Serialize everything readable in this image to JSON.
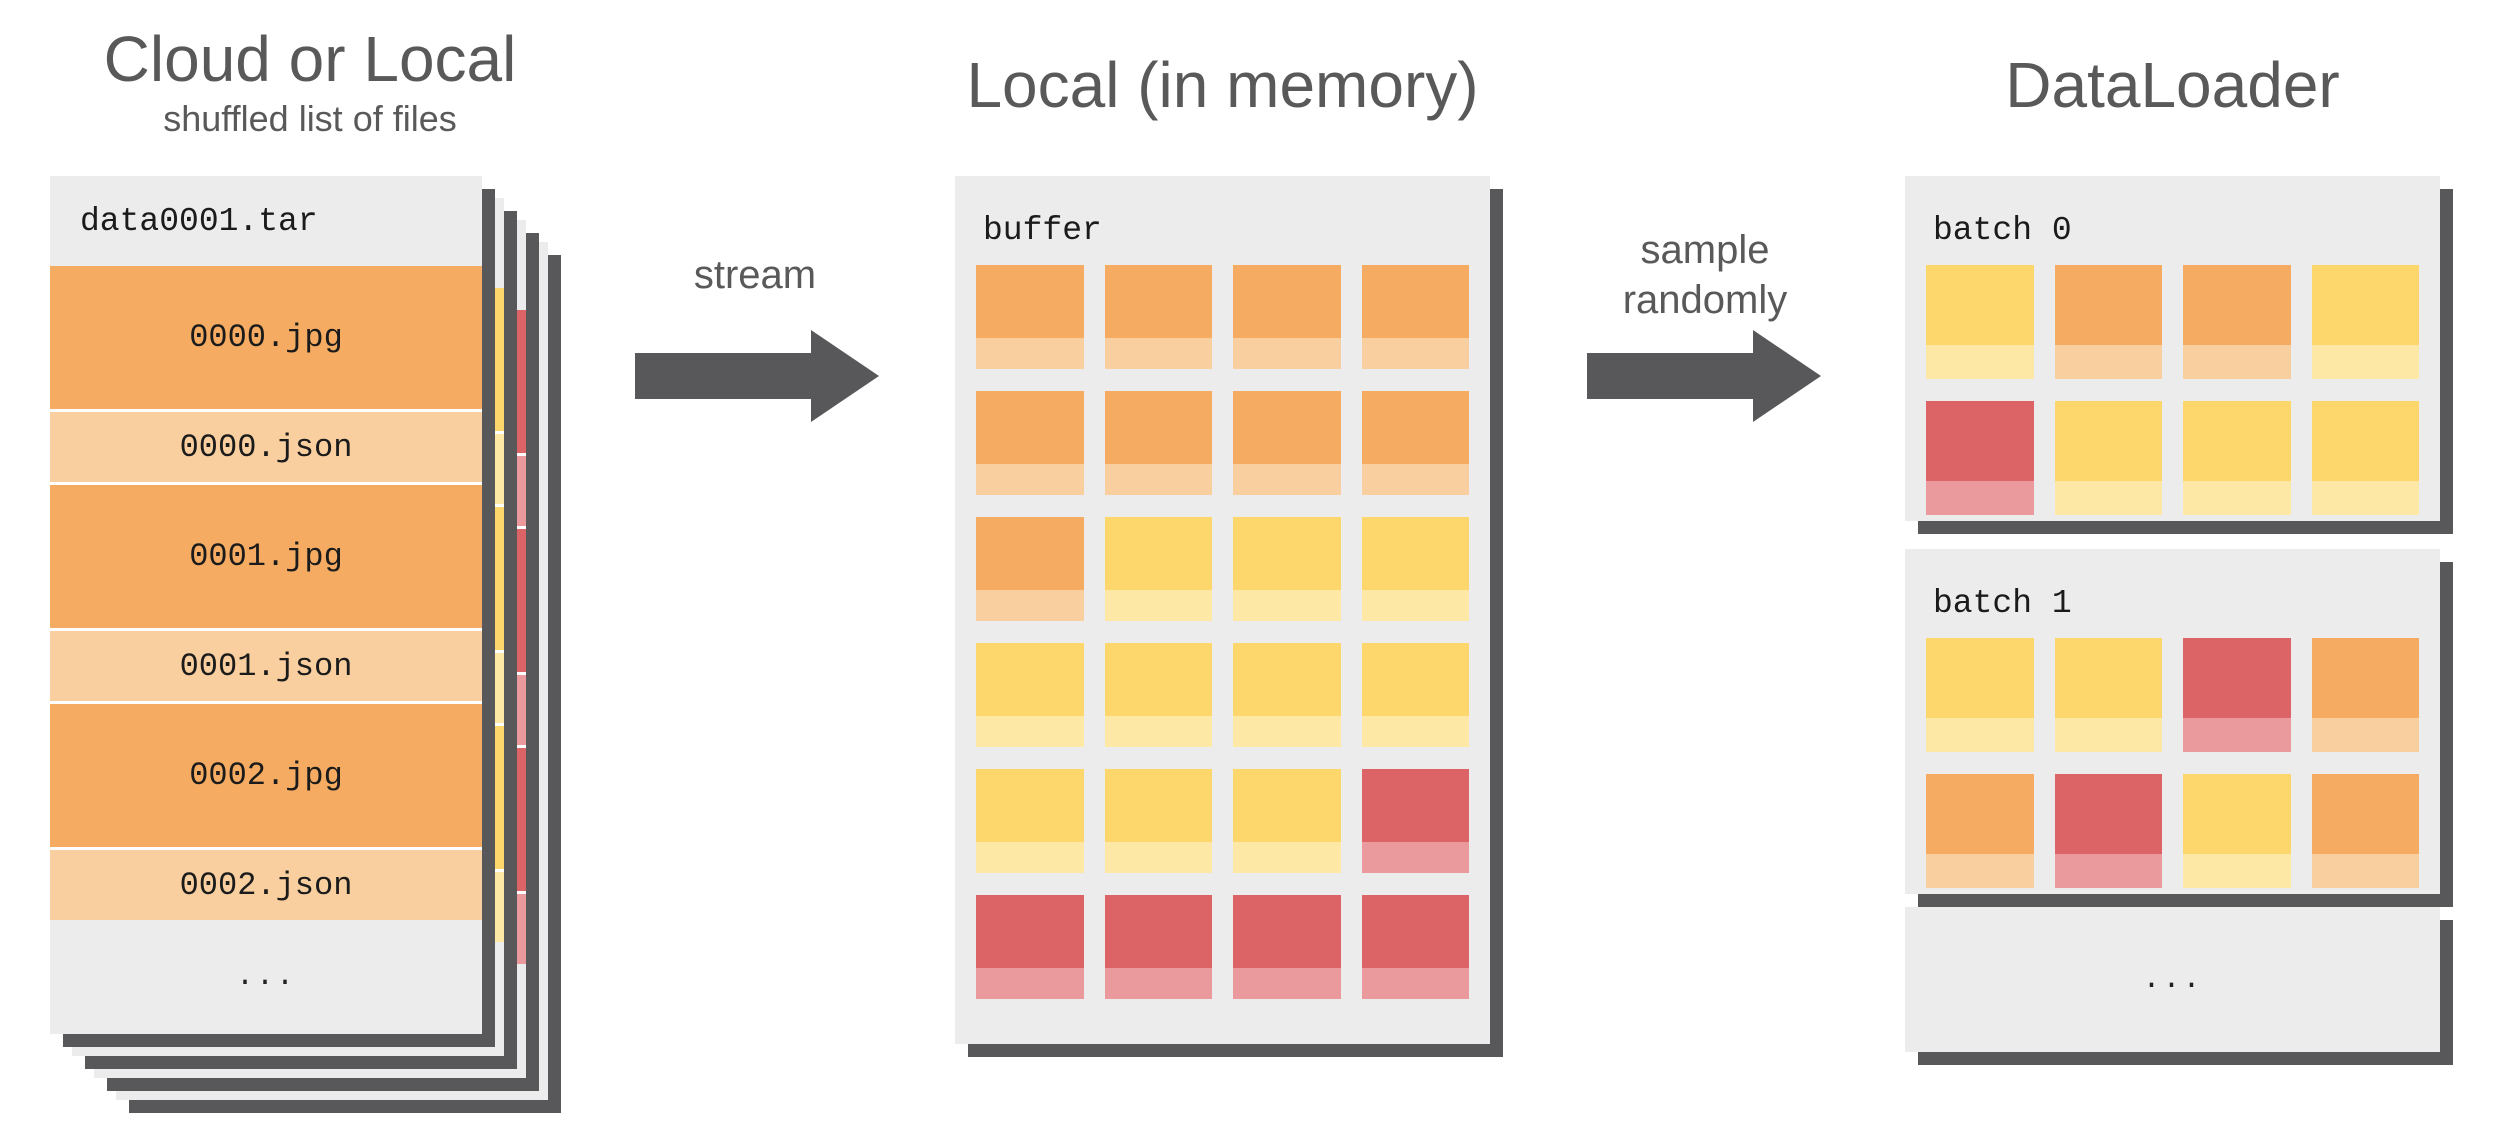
{
  "palette": {
    "orange": "#F5AC62",
    "orange_light": "#F9CF9F",
    "yellow": "#FDD76B",
    "yellow_light": "#FEE8A6",
    "red": "#DC6466",
    "red_light": "#EA999C",
    "card_bg": "#ECECEC",
    "shadow": "#58585A",
    "title_text": "#595959",
    "mono_text": "#1B1B1B"
  },
  "headings": {
    "source_title": "Cloud or Local",
    "source_subtitle": "shuffled list of files",
    "local_title": "Local (in memory)",
    "loader_title": "DataLoader"
  },
  "arrows": {
    "stream": {
      "label": "stream"
    },
    "sample": {
      "label_line1": "sample",
      "label_line2": "randomly"
    }
  },
  "tar_stack": {
    "front_card": {
      "header": "data0001.tar",
      "rows": [
        {
          "label": "0000.jpg",
          "kind": "jpg"
        },
        {
          "label": "0000.json",
          "kind": "json"
        },
        {
          "label": "0001.jpg",
          "kind": "jpg"
        },
        {
          "label": "0001.json",
          "kind": "json"
        },
        {
          "label": "0002.jpg",
          "kind": "jpg"
        },
        {
          "label": "0002.json",
          "kind": "json"
        }
      ],
      "footer": "..."
    },
    "behind_cards": [
      {
        "palette": "yellow"
      },
      {
        "palette": "red"
      },
      {
        "palette": null
      }
    ]
  },
  "buffer_card": {
    "header": "buffer",
    "grid": [
      [
        "orange",
        "orange",
        "orange",
        "orange"
      ],
      [
        "orange",
        "orange",
        "orange",
        "orange"
      ],
      [
        "orange",
        "yellow",
        "yellow",
        "yellow"
      ],
      [
        "yellow",
        "yellow",
        "yellow",
        "yellow"
      ],
      [
        "yellow",
        "yellow",
        "yellow",
        "red"
      ],
      [
        "red",
        "red",
        "red",
        "red"
      ]
    ]
  },
  "batch_cards": [
    {
      "header": "batch 0",
      "grid": [
        [
          "yellow",
          "orange",
          "orange",
          "yellow"
        ],
        [
          "red",
          "yellow",
          "yellow",
          "yellow"
        ]
      ]
    },
    {
      "header": "batch 1",
      "grid": [
        [
          "yellow",
          "yellow",
          "red",
          "orange"
        ],
        [
          "orange",
          "red",
          "yellow",
          "orange"
        ]
      ]
    }
  ],
  "more_card": {
    "label": "..."
  }
}
